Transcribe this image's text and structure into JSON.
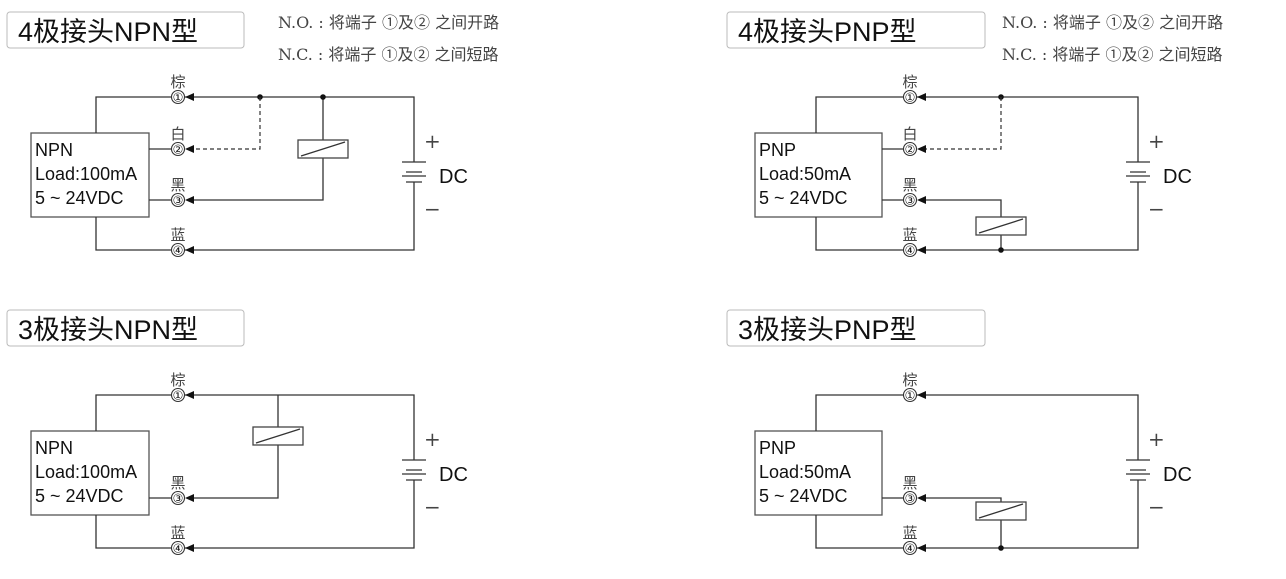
{
  "panels": [
    {
      "title": "4极接头NPN型",
      "type": "NPN",
      "pins": 4,
      "box": [
        "NPN",
        "Load:100mA",
        "5 ~ 24VDC"
      ],
      "notes": [
        "N.O. : 将端子 ①及② 之间开路",
        "N.C. : 将端子 ①及② 之间短路"
      ]
    },
    {
      "title": "4极接头PNP型",
      "type": "PNP",
      "pins": 4,
      "box": [
        "PNP",
        "Load:50mA",
        "5 ~ 24VDC"
      ],
      "notes": [
        "N.O. : 将端子 ①及② 之间开路",
        "N.C. : 将端子 ①及② 之间短路"
      ]
    },
    {
      "title": "3极接头NPN型",
      "type": "NPN",
      "pins": 3,
      "box": [
        "NPN",
        "Load:100mA",
        "5 ~ 24VDC"
      ],
      "notes": []
    },
    {
      "title": "3极接头PNP型",
      "type": "PNP",
      "pins": 3,
      "box": [
        "PNP",
        "Load:50mA",
        "5 ~ 24VDC"
      ],
      "notes": []
    }
  ],
  "wire_colors": {
    "1": "棕",
    "2": "白",
    "3": "黑",
    "4": "蓝"
  },
  "pin_labels": {
    "1": "①",
    "2": "②",
    "3": "③",
    "4": "④"
  },
  "supply": {
    "label": "DC",
    "plus": "+",
    "minus": "−"
  }
}
